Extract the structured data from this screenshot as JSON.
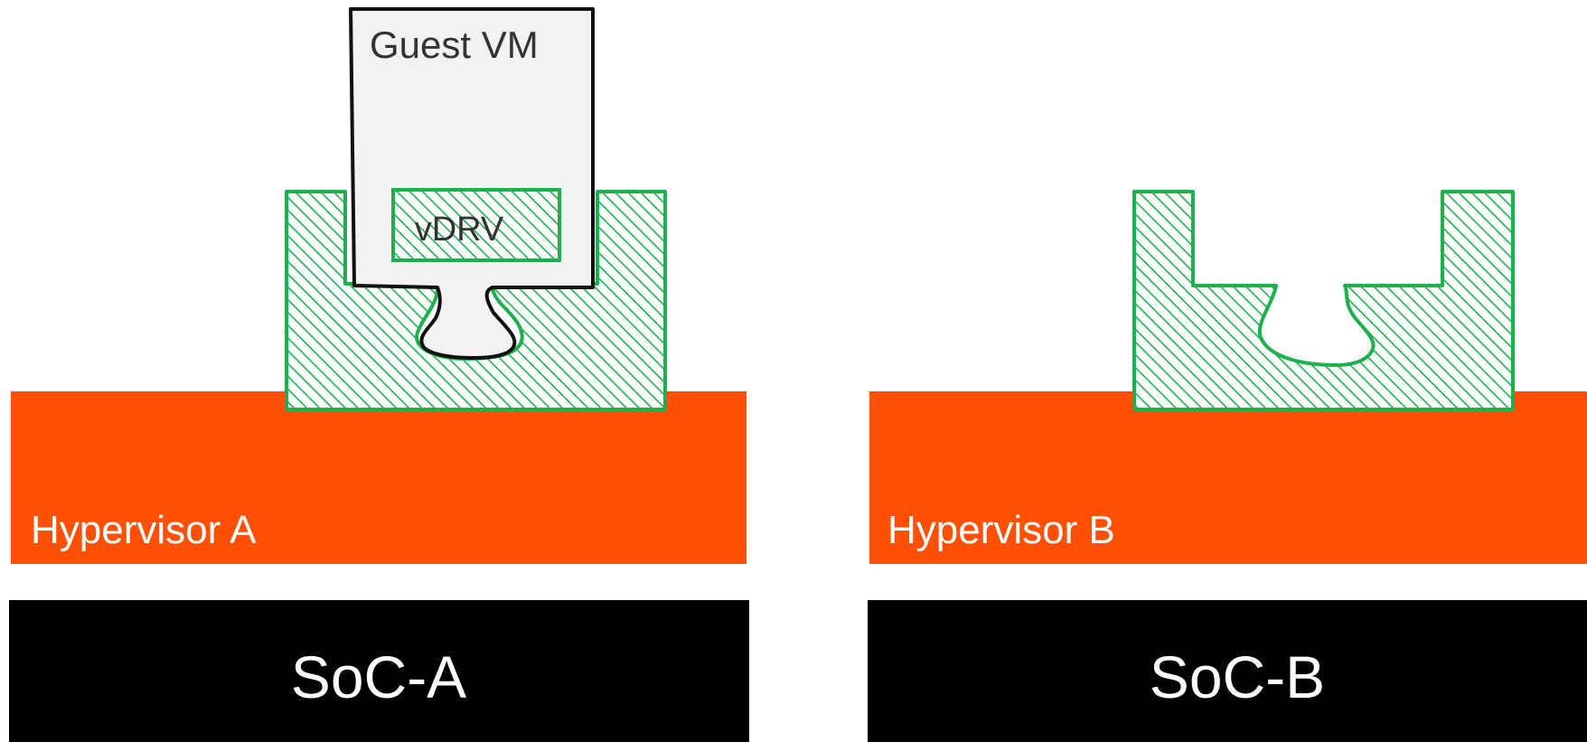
{
  "colors": {
    "hypervisor": "#ff5005",
    "soc": "#000000",
    "driver_stroke": "#1cb14d",
    "guest_vm_fill": "#f2f2f2",
    "guest_vm_stroke": "#111111"
  },
  "left": {
    "hypervisor_label": "Hypervisor A",
    "soc_label": "SoC-A",
    "guest_vm_label": "Guest VM",
    "driver_label": "vDRV"
  },
  "right": {
    "hypervisor_label": "Hypervisor B",
    "soc_label": "SoC-B"
  }
}
